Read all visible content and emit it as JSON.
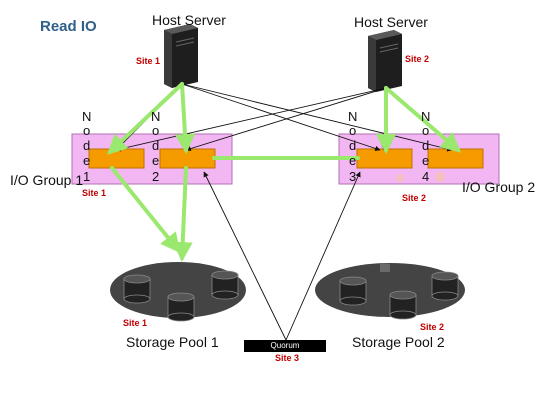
{
  "title": "Read IO",
  "hosts": [
    {
      "label": "Host Server",
      "site": "Site 1"
    },
    {
      "label": "Host Server",
      "site": "Site 2"
    }
  ],
  "io_groups": [
    {
      "label": "I/O Group 1",
      "site": "Site 1"
    },
    {
      "label": "I/O Group 2",
      "site": "Site 2"
    }
  ],
  "nodes": [
    {
      "letters": [
        "N",
        "o",
        "d",
        "e",
        "1"
      ]
    },
    {
      "letters": [
        "N",
        "o",
        "d",
        "e",
        "2"
      ]
    },
    {
      "letters": [
        "N",
        "o",
        "d",
        "e",
        "3"
      ]
    },
    {
      "letters": [
        "N",
        "o",
        "d",
        "e",
        "4"
      ]
    }
  ],
  "pools": [
    {
      "label": "Storage Pool 1",
      "site": "Site 1"
    },
    {
      "label": "Storage Pool 2",
      "site": "Site 2"
    }
  ],
  "quorum": {
    "label": "Quorum",
    "site": "Site 3"
  },
  "colors": {
    "title": "#2f5f8a",
    "io_group_fill": "#f2b6f2",
    "node_card": "#f59b00",
    "green_path": "#9be86e",
    "site_label": "#c00000",
    "pool_fill": "#444444"
  }
}
